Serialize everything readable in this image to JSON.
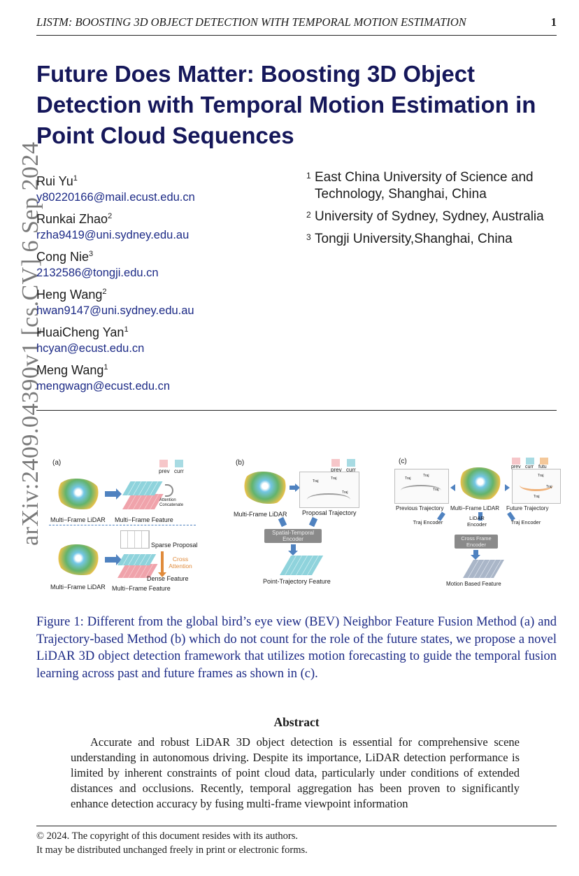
{
  "running_head": {
    "title": "LISTM: BOOSTING 3D OBJECT DETECTION WITH TEMPORAL MOTION ESTIMATION",
    "page_number": "1"
  },
  "arxiv_stamp": "arXiv:2409.04390v1  [cs.CV]  6 Sep 2024",
  "title": "Future Does Matter: Boosting 3D Object Detection with Temporal Motion Estimation in Point Cloud Sequences",
  "authors": [
    {
      "name": "Rui Yu",
      "sup": "1",
      "email": "y80220166@mail.ecust.edu.cn"
    },
    {
      "name": "Runkai Zhao",
      "sup": "2",
      "email": "rzha9419@uni.sydney.edu.au"
    },
    {
      "name": "Cong Nie",
      "sup": "3",
      "email": "2132586@tongji.edu.cn"
    },
    {
      "name": "Heng Wang",
      "sup": "2",
      "email": "hwan9147@uni.sydney.edu.au"
    },
    {
      "name": "HuaiCheng Yan",
      "sup": "1",
      "email": "hcyan@ecust.edu.cn"
    },
    {
      "name": "Meng Wang",
      "sup": "1",
      "email": "mengwagn@ecust.edu.cn"
    }
  ],
  "affiliations": [
    {
      "sup": "1",
      "text": "East China University of Science and Technology, Shanghai, China"
    },
    {
      "sup": "2",
      "text": "University of Sydney, Sydney, Australia"
    },
    {
      "sup": "3",
      "text": "Tongji University,Shanghai, China"
    }
  ],
  "figure": {
    "panel_a": {
      "label": "(a)",
      "legend_prev": "prev",
      "legend_curr": "curr",
      "multi_frame_lidar_top": "Multi−Frame LiDAR",
      "multi_frame_feature_top": "Multi−Frame Feature",
      "attention_concatenate": "Attention Concatenate",
      "sparse_proposal": "Sparse Proposal",
      "cross_attention": "Cross Attention",
      "dense_feature": "Dense Feature",
      "multi_frame_lidar_bottom": "Multi−Frame LiDAR",
      "multi_frame_feature_bottom": "Multi−Frame Feature"
    },
    "panel_b": {
      "label": "(b)",
      "legend_prev": "prev",
      "legend_curr": "curr",
      "multi_frame_lidar": "Multi-Frame LiDAR",
      "proposal_trajectory": "Proposal Trajectory",
      "spatial_temporal_encoder": "Spatial-Temporal Encoder",
      "point_trajectory_feature": "Point-Trajectory Feature",
      "traj": "Traj"
    },
    "panel_c": {
      "label": "(c)",
      "legend_prev": "prev",
      "legend_curr": "curr",
      "legend_futu": "futu",
      "previous_trajectory": "Previous Trajectory",
      "multi_frame_lidar": "Multi−Frame LiDAR",
      "future_trajectory": "Future Trajectory",
      "traj_encoder_left": "Traj Encoder",
      "lidar_encoder": "LiDAR Encoder",
      "traj_encoder_right": "Traj Encoder",
      "cross_frame_encoder": "Cross Frame Encoder",
      "motion_based_feature": "Motion Based Feature",
      "traj": "Traj"
    }
  },
  "caption": "Figure 1: Different from the global bird’s eye view (BEV) Neighbor Feature Fusion Method (a) and Trajectory-based Method (b) which do not count for the role of the future states, we propose a novel LiDAR 3D object detection framework that utilizes motion forecasting to guide the temporal fusion learning across past and future frames as shown in (c).",
  "abstract": {
    "heading": "Abstract",
    "text": "Accurate and robust LiDAR 3D object detection is essential for comprehensive scene understanding in autonomous driving. Despite its importance, LiDAR detection performance is limited by inherent constraints of point cloud data, particularly under conditions of extended distances and occlusions. Recently, temporal aggregation has been proven to significantly enhance detection accuracy by fusing multi-frame viewpoint information"
  },
  "footer": {
    "line1": "© 2024. The copyright of this document resides with its authors.",
    "line2": "It may be distributed unchanged freely in print or electronic forms."
  },
  "colors": {
    "title": "#15175a",
    "link": "#1c2a86",
    "feature_curr": "#8fd3dc",
    "feature_prev": "#f0a3ab",
    "arrow": "#4f82c0",
    "encoder_box": "#8a8a8a"
  }
}
